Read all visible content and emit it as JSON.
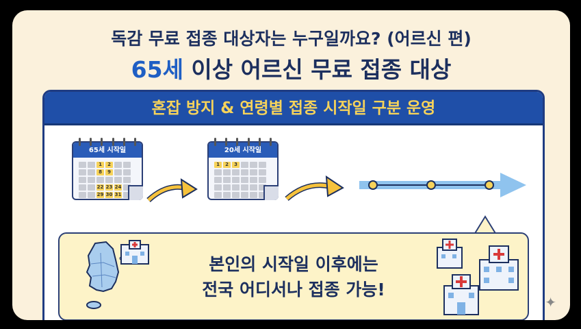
{
  "header": {
    "title_line1": "독감 무료 접종 대상자는 누구일까요? (어르신 편)",
    "title_line2_highlight": "65세",
    "title_line2_rest": " 이상 어르신 무료 접종 대상"
  },
  "banner": {
    "text": "혼잡 방지 & 연령별 접종 시작일 구분 운영"
  },
  "calendars": [
    {
      "label": "65세 시작일",
      "marked_dates": [
        "1",
        "2",
        "8",
        "9",
        "22",
        "23",
        "24",
        "29",
        "30",
        "31"
      ]
    },
    {
      "label": "20세 시작일",
      "marked_dates": [
        "1",
        "2",
        "3"
      ]
    }
  ],
  "info": {
    "line1": "본인의 시작일 이후에는",
    "line2": "전국 어디서나 접종 가능!"
  },
  "colors": {
    "navy": "#1c2f5e",
    "blue": "#1f4fa8",
    "yellow": "#f7d35a",
    "cream": "#fbf1dc"
  },
  "icons": [
    "calendar-icon",
    "arrow-right-icon",
    "timeline-arrow-icon",
    "korea-map-icon",
    "hospital-icon",
    "sparkle-icon"
  ]
}
